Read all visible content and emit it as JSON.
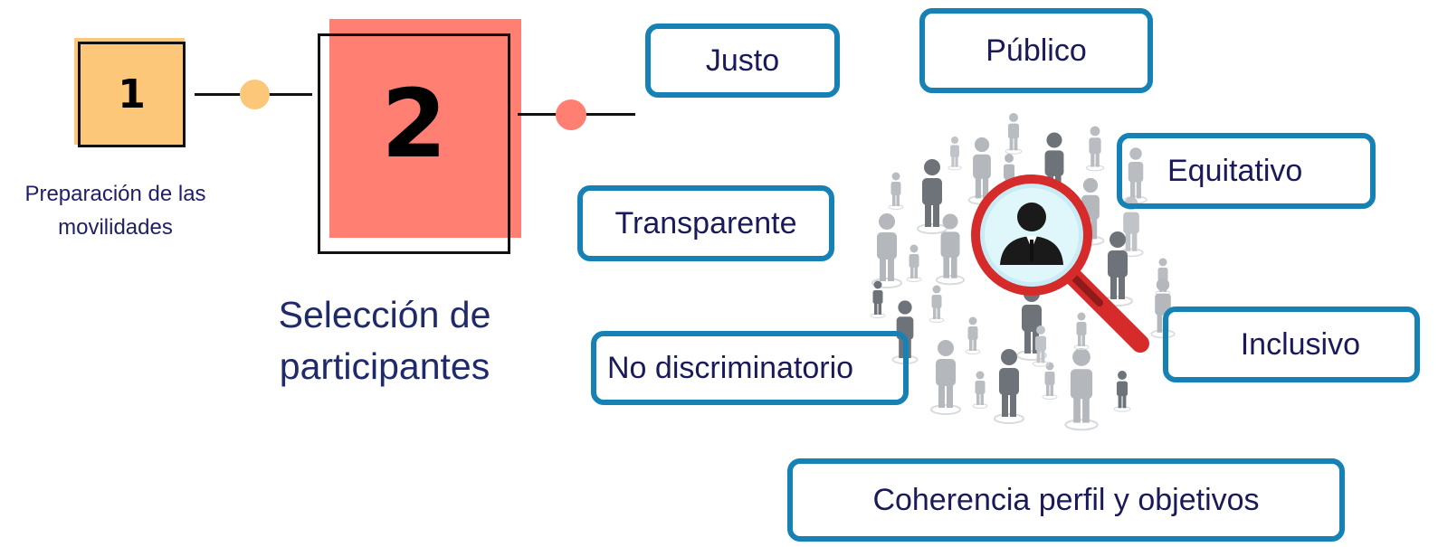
{
  "steps": [
    {
      "number": "1",
      "label": "Preparación de las movilidades",
      "label_lines": [
        "Preparación de las",
        "movilidades"
      ],
      "color": "#FDC77A"
    },
    {
      "number": "2",
      "label": "Selección de participantes",
      "label_lines": [
        "Selección de",
        "participantes"
      ],
      "color": "#FF7F72"
    }
  ],
  "criteria": {
    "justo": "Justo",
    "publico": "Público",
    "transparente": "Transparente",
    "equitativo": "Equitativo",
    "inclusivo": "Inclusivo",
    "no_discriminatorio": "No discriminatorio",
    "coherencia": "Coherencia perfil y objetivos"
  },
  "colors": {
    "tag_border": "#1681B5",
    "text_dark_blue": "#1a1a5a",
    "magnifier_red": "#D62B2B"
  },
  "illustration": {
    "icon": "magnifier-person-crowd-icon"
  }
}
